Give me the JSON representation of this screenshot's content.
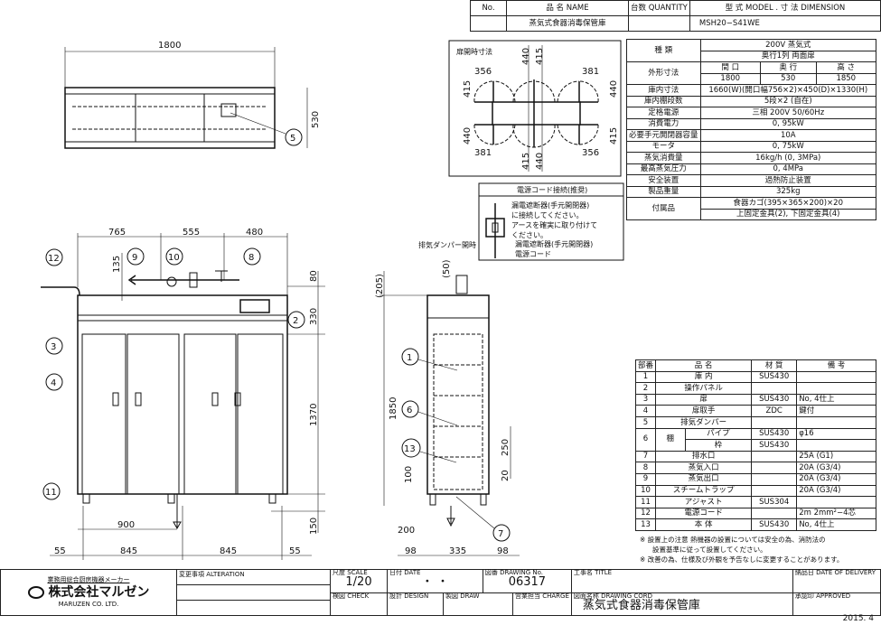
{
  "header": {
    "no_label": "No.",
    "name_label": "品 名 NAME",
    "quantity_label": "台数 QUANTITY",
    "model_dim_label": "型 式 MODEL  .  寸 法 DIMENSION",
    "name": "蒸気式食器消毒保管庫",
    "model": "MSH20−S41WE"
  },
  "spec": {
    "type_label": "種 類",
    "type_value_1": "200V 蒸気式",
    "type_value_2": "奥行1列 両面扉",
    "outer_label": "外形寸法",
    "outer_heads": [
      "間 口",
      "奥 行",
      "高 さ"
    ],
    "outer_values": [
      "1800",
      "530",
      "1850"
    ],
    "rows": [
      {
        "label": "庫内寸法",
        "value": "1660(W)(開口幅756×2)×450(D)×1330(H)"
      },
      {
        "label": "庫内棚段数",
        "value": "5段×2 (自在)"
      },
      {
        "label": "定格電源",
        "value": "三相 200V 50/60Hz"
      },
      {
        "label": "消費電力",
        "value": "0, 95kW"
      },
      {
        "label": "必要手元開閉器容量",
        "value": "10A"
      },
      {
        "label": "モータ",
        "value": "0, 75kW"
      },
      {
        "label": "蒸気消費量",
        "value": "16kg/h (0, 3MPa)"
      },
      {
        "label": "最高蒸気圧力",
        "value": "0, 4MPa"
      },
      {
        "label": "安全装置",
        "value": "過熱防止装置"
      },
      {
        "label": "製品重量",
        "value": "325kg"
      }
    ],
    "accessory_label": "付属品",
    "accessory_1": "食器カゴ(395×365×200)×20",
    "accessory_2": "上固定金具(2), 下固定金具(4)"
  },
  "door_swing": {
    "title": "扉開時寸法",
    "dims": [
      "356",
      "440",
      "415",
      "381",
      "415",
      "440",
      "440",
      "381",
      "415",
      "440",
      "415",
      "356"
    ]
  },
  "power_cord": {
    "title": "電源コード接続(推奨)",
    "lines": [
      "漏電遮断器(手元開閉器)",
      "に接続してください。",
      "アースを確実に取り付けて",
      "ください。"
    ],
    "breaker": "漏電遮断器(手元開閉器)",
    "cord": "電源コード"
  },
  "damper_label": "排気ダンパー開時",
  "top_view": {
    "width": "1800",
    "depth": "530",
    "balloon": "5"
  },
  "front_view": {
    "top_dims": [
      "765",
      "555",
      "480"
    ],
    "pipe_dim": "135",
    "right_dims": [
      "80",
      "330",
      "1370",
      "150"
    ],
    "drain_dim": "900",
    "bottom_dims": [
      "55",
      "845",
      "845",
      "55"
    ],
    "balloons": [
      "12",
      "9",
      "10",
      "8",
      "2",
      "3",
      "4",
      "11"
    ]
  },
  "side_view": {
    "dims": {
      "top": "(205)",
      "damper": "(50)",
      "height": "1850",
      "leg": "100",
      "pitch": "250",
      "gap": "20",
      "drain": "200",
      "bottom": [
        "98",
        "335",
        "98"
      ]
    },
    "balloons": [
      "1",
      "6",
      "13",
      "7"
    ]
  },
  "parts": {
    "headers": [
      "部番",
      "品 名",
      "材 質",
      "備 考"
    ],
    "rows": [
      {
        "no": "1",
        "name": "庫 内",
        "mat": "SUS430",
        "note": ""
      },
      {
        "no": "2",
        "name": "操作パネル",
        "mat": "",
        "note": ""
      },
      {
        "no": "3",
        "name": "扉",
        "mat": "SUS430",
        "note": "No, 4仕上"
      },
      {
        "no": "4",
        "name": "扉取手",
        "mat": "ZDC",
        "note": "鍵付"
      },
      {
        "no": "5",
        "name": "排気ダンパー",
        "mat": "",
        "note": ""
      },
      {
        "no": "6",
        "name": "棚",
        "sub1": "パイプ",
        "mat": "SUS430",
        "note": "φ16",
        "sub2": "枠",
        "mat2": "SUS430"
      },
      {
        "no": "7",
        "name": "排水口",
        "mat": "",
        "note": "25A (G1)"
      },
      {
        "no": "8",
        "name": "蒸気入口",
        "mat": "",
        "note": "20A (G3/4)"
      },
      {
        "no": "9",
        "name": "蒸気出口",
        "mat": "",
        "note": "20A (G3/4)"
      },
      {
        "no": "10",
        "name": "スチームトラップ",
        "mat": "",
        "note": "20A (G3/4)"
      },
      {
        "no": "11",
        "name": "アジャスト",
        "mat": "SUS304",
        "note": ""
      },
      {
        "no": "12",
        "name": "電源コード",
        "mat": "",
        "note": "2m 2mm²−4芯"
      },
      {
        "no": "13",
        "name": "本 体",
        "mat": "SUS430",
        "note": "No, 4仕上"
      }
    ]
  },
  "notes": [
    "※ 設置上の注意 熱機器の設置については安全の為、消防法の",
    "設置基準に従って設置してください。",
    "※ 改善の為、仕様及び外観を予告なしに変更することがあります。"
  ],
  "title_block": {
    "maker_tagline": "業務用総合厨房機器メーカー",
    "company": "株式会社マルゼン",
    "company_en": "MARUZEN CO. LTD.",
    "alteration": "変更事項 ALTERATION",
    "scale_label": "尺度 SCALE",
    "scale": "1/20",
    "date_label": "日付 DATE",
    "date_value": "・  ・",
    "drawing_no_label": "図番 DRAWING No.",
    "drawing_no": "06317",
    "title_label": "工事名 TITLE",
    "delivery_label": "納品日 DATE OF DELIVERY",
    "check_label": "検図 CHECK",
    "design_label": "設計 DESIGN",
    "draw_label": "製図 DRAW",
    "charge_label": "営業担当 CHARGE",
    "drawing_cord_label": "図面名称 DRAWING CORD",
    "drawing_name": "蒸気式食器消毒保管庫",
    "approved_label": "承認印 APPROVED"
  },
  "date": "2015. 4"
}
